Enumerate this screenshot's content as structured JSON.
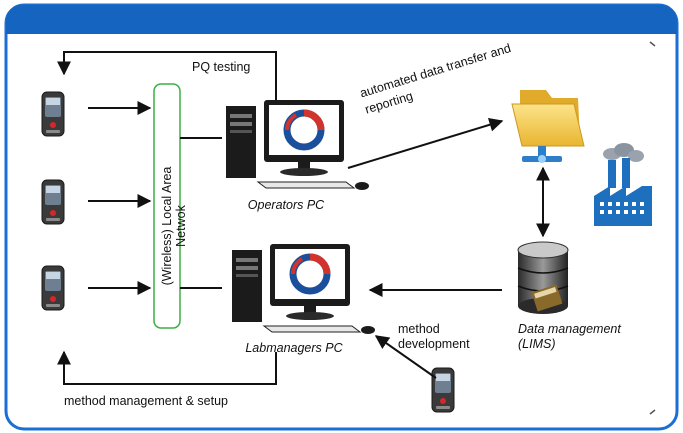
{
  "diagram": {
    "lan_label": "(Wireless) Local Area Netwok",
    "top_loop_label": "PQ testing",
    "transfer_label_line1": "automated data transfer and",
    "transfer_label_line2": "reporting",
    "operators_pc_label": "Operators PC",
    "labmanagers_pc_label": "Labmanagers PC",
    "data_management_line1": "Data management",
    "data_management_line2": "(LIMS)",
    "method_dev_line1": "method",
    "method_dev_line2": "development",
    "bottom_loop_label": "method management & setup"
  },
  "colors": {
    "header_blue": "#1565C0",
    "frame_blue": "#1a6fd6",
    "lan_green": "#3cb043",
    "factory_blue": "#1f6fbf",
    "folder_yellow": "#f2c744",
    "logo_blue": "#1b4f9c",
    "logo_red": "#d0342c"
  },
  "icons": {
    "handheld": "handheld-scanner-icon",
    "pc": "desktop-computer-icon",
    "folder": "network-folder-icon",
    "database": "database-icon",
    "factory": "factory-icon"
  }
}
